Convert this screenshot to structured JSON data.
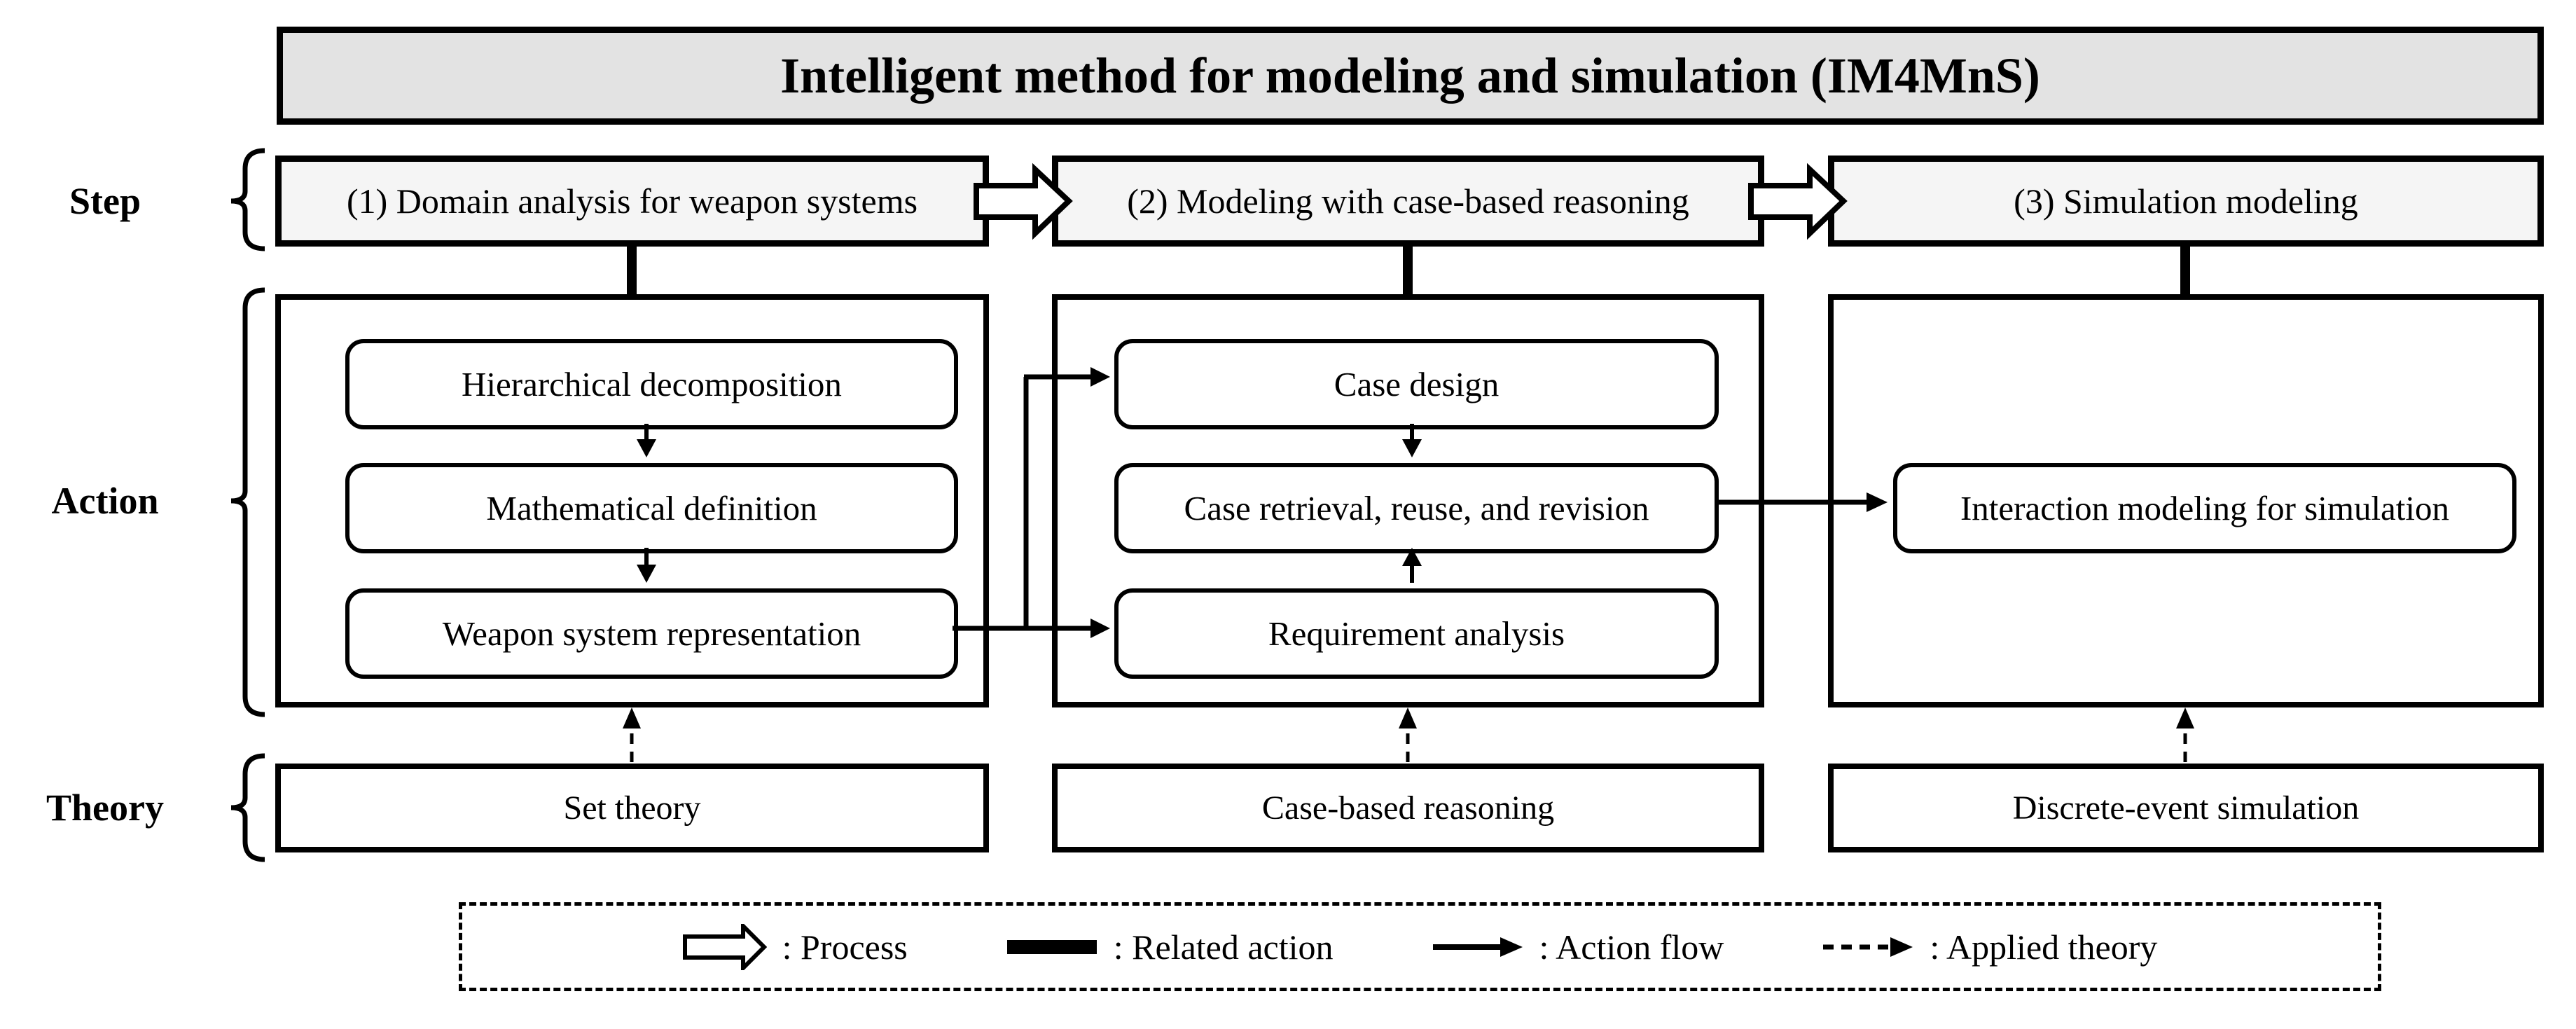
{
  "title": "Intelligent method for modeling and simulation (IM4MnS)",
  "row_labels": {
    "step": "Step",
    "action": "Action",
    "theory": "Theory"
  },
  "steps": [
    "(1) Domain analysis for weapon systems",
    "(2) Modeling with case-based reasoning",
    "(3) Simulation modeling"
  ],
  "actions": {
    "column1": [
      "Hierarchical decomposition",
      "Mathematical definition",
      "Weapon system representation"
    ],
    "column2": [
      "Case design",
      "Case retrieval, reuse, and revision",
      "Requirement analysis"
    ],
    "column3": [
      "Interaction modeling for simulation"
    ]
  },
  "theories": [
    "Set theory",
    "Case-based reasoning",
    "Discrete-event simulation"
  ],
  "legend": {
    "items": [
      {
        "icon": "process-arrow-icon",
        "label": ": Process"
      },
      {
        "icon": "related-action-line-icon",
        "label": ": Related action"
      },
      {
        "icon": "action-flow-arrow-icon",
        "label": ": Action flow"
      },
      {
        "icon": "applied-theory-arrow-icon",
        "label": ": Applied theory"
      }
    ]
  },
  "colors": {
    "title_background": "#e3e3e3",
    "step_background": "#f5f5f5",
    "box_background": "#ffffff",
    "line": "#000000",
    "page_background": "#ffffff"
  }
}
